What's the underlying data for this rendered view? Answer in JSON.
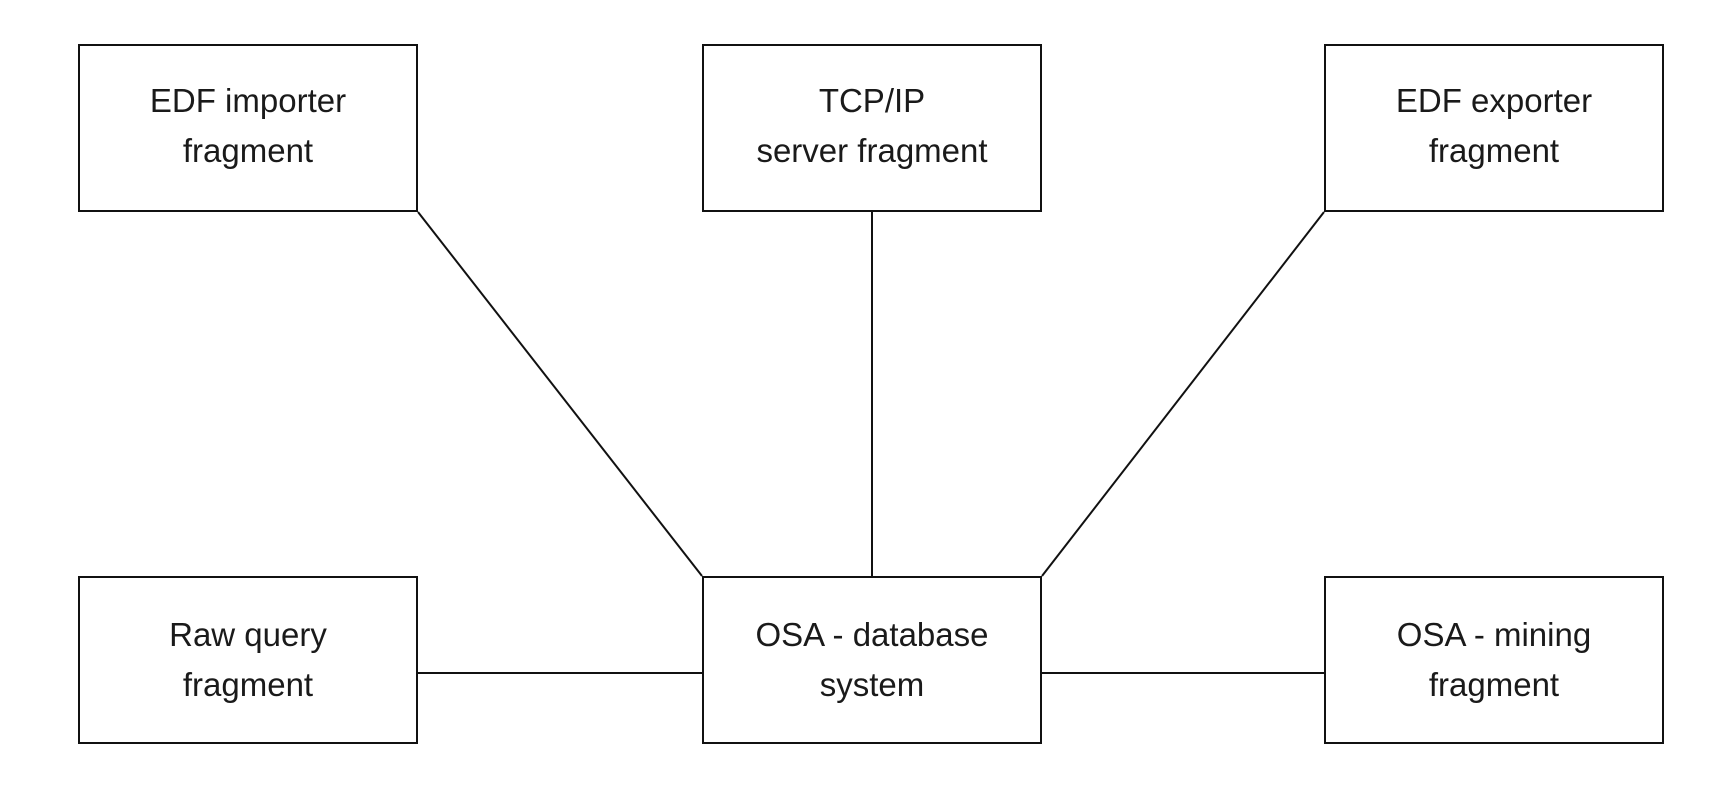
{
  "diagram": {
    "nodes": {
      "edf_importer": "EDF importer\nfragment",
      "tcpip_server": "TCP/IP\nserver fragment",
      "edf_exporter": "EDF exporter\nfragment",
      "raw_query": "Raw query\nfragment",
      "osa_database": "OSA - database\nsystem",
      "osa_mining": "OSA - mining\nfragment"
    },
    "edges": [
      {
        "from": "edf_importer",
        "to": "osa_database"
      },
      {
        "from": "tcpip_server",
        "to": "osa_database"
      },
      {
        "from": "edf_exporter",
        "to": "osa_database"
      },
      {
        "from": "raw_query",
        "to": "osa_database"
      },
      {
        "from": "osa_database",
        "to": "osa_mining"
      }
    ]
  }
}
